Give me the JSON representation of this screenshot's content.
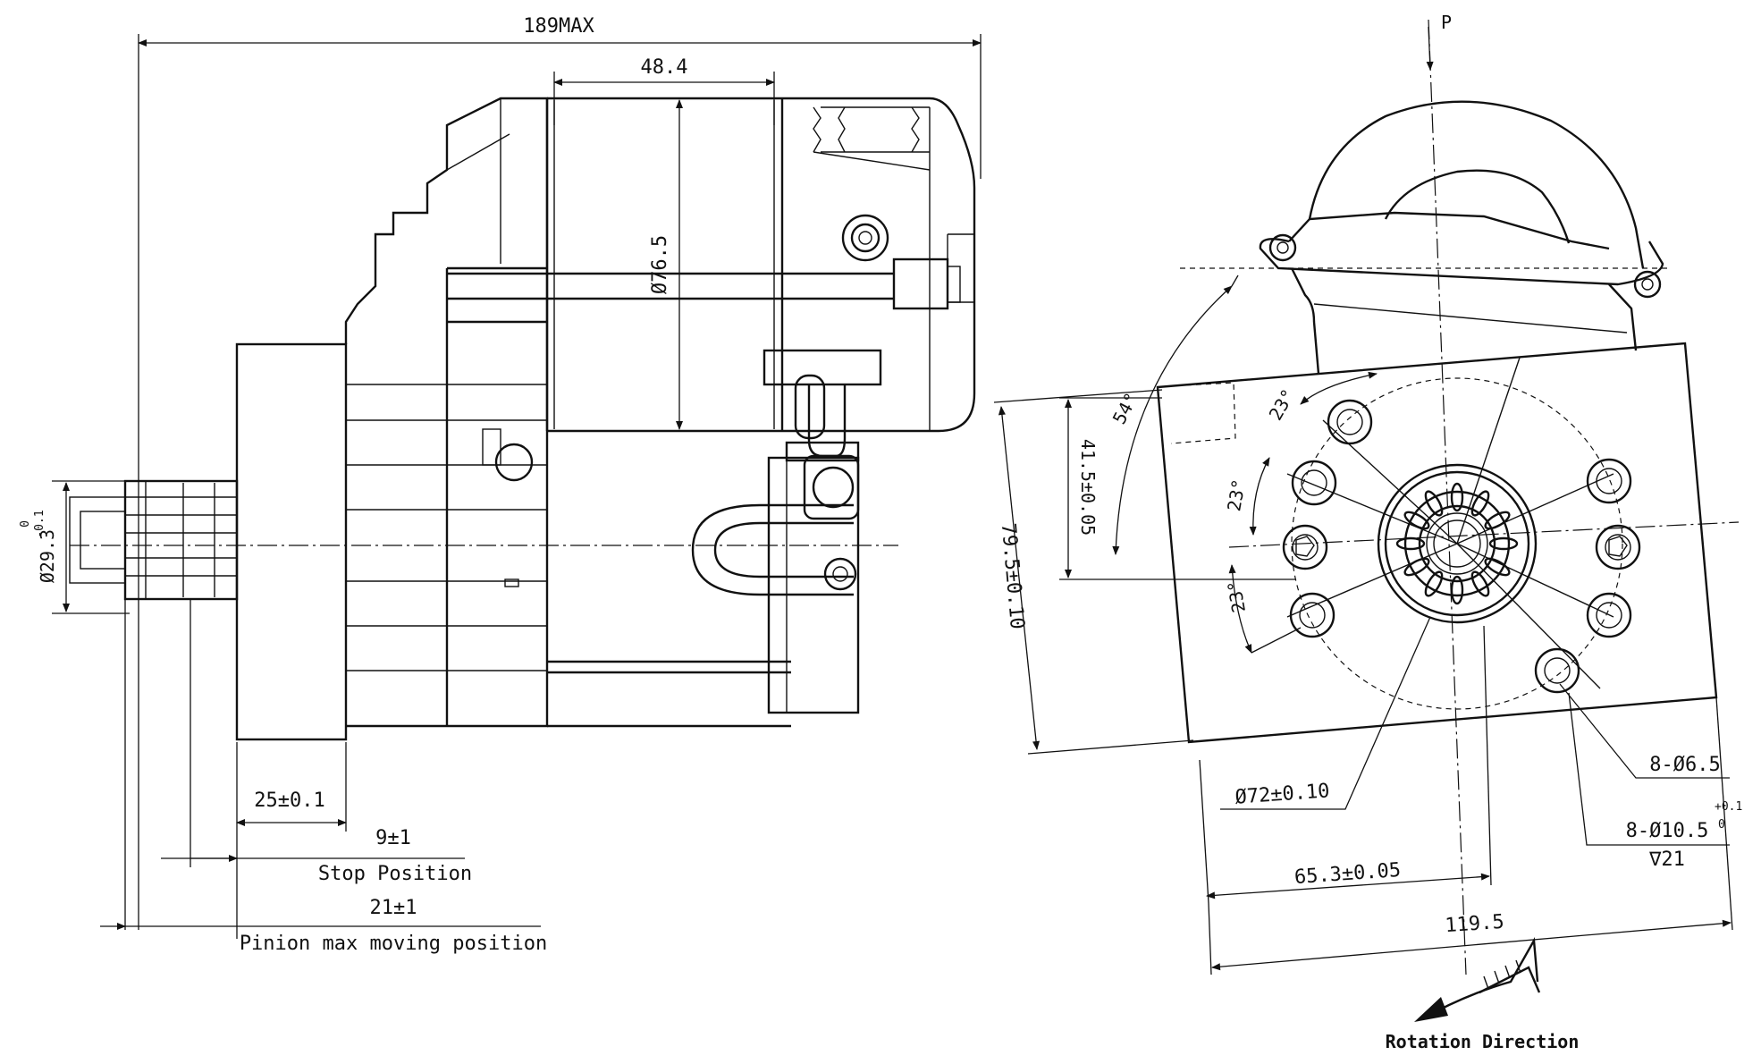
{
  "side_view": {
    "overall_length": "189MAX",
    "housing_length": "48.4",
    "housing_diameter": "Ø76.5",
    "pinion_diameter": "Ø29.3",
    "pinion_tol_upper": "0",
    "pinion_tol_lower": "-0.1",
    "flange_length": "25±0.1",
    "stop_dim": "9±1",
    "stop_label": "Stop Position",
    "pinion_dim": "21±1",
    "pinion_label": "Pinion max moving position"
  },
  "front_view": {
    "p_label": "P",
    "angle_54": "54°",
    "angle_23_a": "23°",
    "angle_23_b": "23°",
    "angle_23_c": "23°",
    "dim_41": "41.5±0.05",
    "dim_79": "79.5±0.10",
    "pcd": "Ø72±0.10",
    "holes_small": "8-Ø6.5",
    "holes_large": "8-Ø10.5",
    "holes_large_tol_upper": "+0.1",
    "holes_large_tol_lower": "0",
    "hole_depth": "∇21",
    "dim_65": "65.3±0.05",
    "dim_119": "119.5",
    "rotation_label": "Rotation Direction"
  }
}
